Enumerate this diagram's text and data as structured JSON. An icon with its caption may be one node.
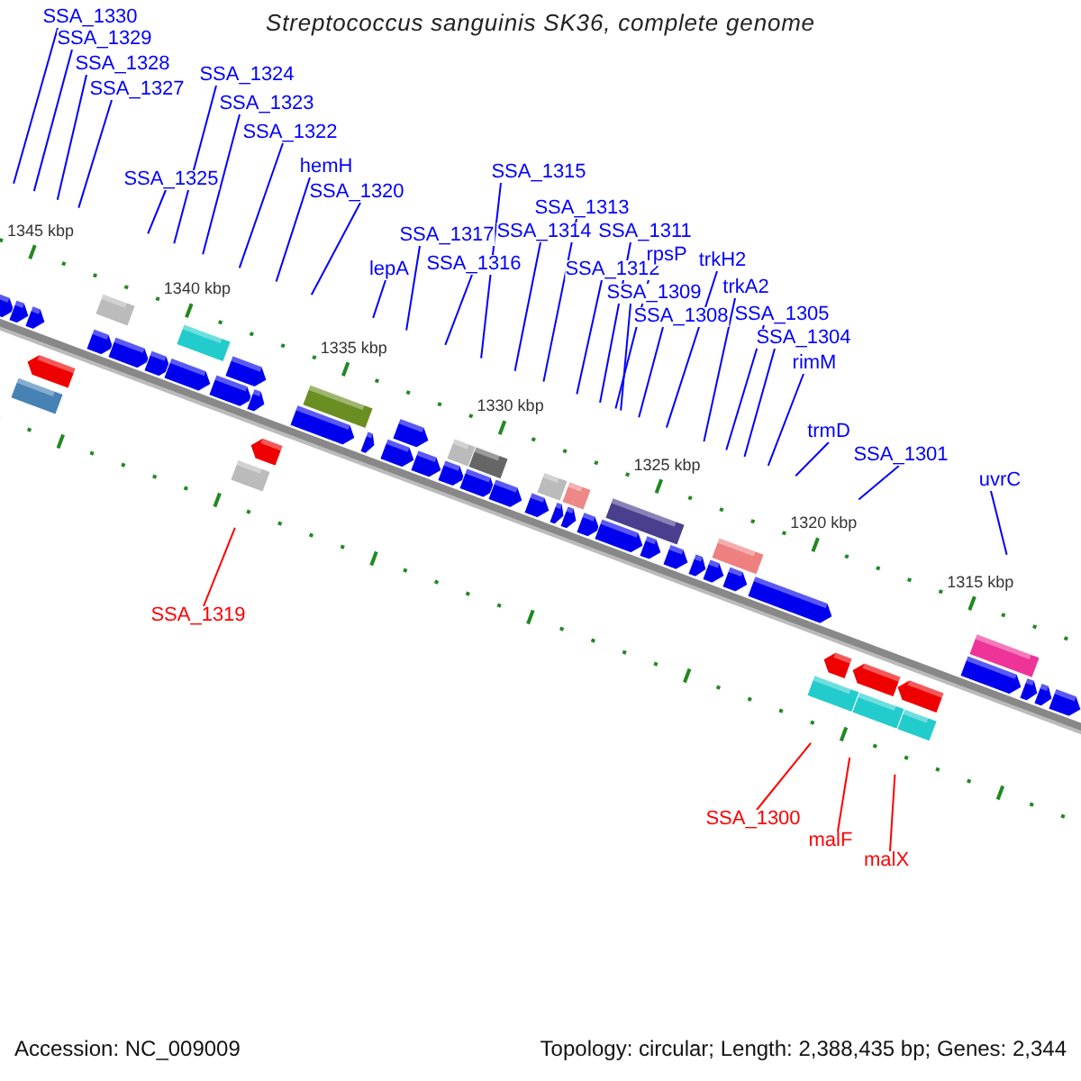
{
  "diagram": {
    "title": "Streptococcus sanguinis SK36, complete genome",
    "nodes": [
      {
        "text": [
          "SSA_1330"
        ]
      },
      {
        "text": [
          "SSA_1329"
        ]
      },
      {
        "text": [
          "SSA_1328"
        ]
      },
      {
        "text": [
          "SSA_1327"
        ]
      },
      {
        "text": [
          "SSA_1324"
        ]
      },
      {
        "text": [
          "SSA_1323"
        ]
      },
      {
        "text": [
          "SSA_1322"
        ]
      },
      {
        "text": [
          "SSA_1325"
        ]
      },
      {
        "text": [
          "hemH"
        ]
      },
      {
        "text": [
          "SSA_1320"
        ]
      },
      {
        "text": [
          "lepA"
        ]
      },
      {
        "text": [
          "SSA_1317"
        ]
      },
      {
        "text": [
          "SSA_1316"
        ]
      },
      {
        "text": [
          "SSA_1315"
        ]
      },
      {
        "text": [
          "SSA_1313"
        ]
      },
      {
        "text": [
          "SSA_1314"
        ]
      },
      {
        "text": [
          "SSA_1311"
        ]
      },
      {
        "text": [
          "SSA_1312"
        ]
      },
      {
        "text": [
          "rpsP"
        ]
      },
      {
        "text": [
          "SSA_1309"
        ]
      },
      {
        "text": [
          "SSA_1308"
        ]
      },
      {
        "text": [
          "trkH2"
        ]
      },
      {
        "text": [
          "trkA2"
        ]
      },
      {
        "text": [
          "SSA_1305"
        ]
      },
      {
        "text": [
          "SSA_1304"
        ]
      },
      {
        "text": [
          "rimM"
        ]
      },
      {
        "text": [
          "trmD"
        ]
      },
      {
        "text": [
          "SSA_1301"
        ]
      },
      {
        "text": [
          "uvrC"
        ]
      },
      {
        "text": [
          "SSA_1319"
        ]
      },
      {
        "text": [
          "SSA_1300"
        ]
      },
      {
        "text": [
          "malF"
        ]
      },
      {
        "text": [
          "malX"
        ]
      }
    ],
    "edges": [
      {
        "from": 0,
        "to": null,
        "arrow": "none"
      },
      {
        "from": 1,
        "to": null,
        "arrow": "none"
      },
      {
        "from": 2,
        "to": null,
        "arrow": "none"
      },
      {
        "from": 3,
        "to": null,
        "arrow": "none"
      },
      {
        "from": 4,
        "to": null,
        "arrow": "none"
      },
      {
        "from": 5,
        "to": null,
        "arrow": "none"
      },
      {
        "from": 6,
        "to": null,
        "arrow": "none"
      },
      {
        "from": 7,
        "to": null,
        "arrow": "none"
      },
      {
        "from": 8,
        "to": null,
        "arrow": "none"
      },
      {
        "from": 9,
        "to": null,
        "arrow": "none"
      },
      {
        "from": 10,
        "to": null,
        "arrow": "none"
      },
      {
        "from": 11,
        "to": null,
        "arrow": "none"
      },
      {
        "from": 12,
        "to": null,
        "arrow": "none"
      },
      {
        "from": 13,
        "to": null,
        "arrow": "none"
      },
      {
        "from": 14,
        "to": null,
        "arrow": "none"
      },
      {
        "from": 15,
        "to": null,
        "arrow": "none"
      },
      {
        "from": 16,
        "to": null,
        "arrow": "none"
      },
      {
        "from": 17,
        "to": null,
        "arrow": "none"
      },
      {
        "from": 18,
        "to": null,
        "arrow": "none"
      },
      {
        "from": 19,
        "to": null,
        "arrow": "none"
      },
      {
        "from": 20,
        "to": null,
        "arrow": "none"
      },
      {
        "from": 21,
        "to": null,
        "arrow": "none"
      },
      {
        "from": 22,
        "to": null,
        "arrow": "none"
      },
      {
        "from": 23,
        "to": null,
        "arrow": "none"
      },
      {
        "from": 24,
        "to": null,
        "arrow": "none"
      },
      {
        "from": 25,
        "to": null,
        "arrow": "none"
      },
      {
        "from": 26,
        "to": null,
        "arrow": "none"
      },
      {
        "from": 27,
        "to": null,
        "arrow": "none"
      },
      {
        "from": 28,
        "to": null,
        "arrow": "none"
      },
      {
        "from": 29,
        "to": null,
        "arrow": "none",
        "color": "#ff0000"
      },
      {
        "from": 30,
        "to": null,
        "arrow": "none",
        "color": "#ff0000"
      },
      {
        "from": 31,
        "to": null,
        "arrow": "none",
        "color": "#ff0000"
      },
      {
        "from": 32,
        "to": null,
        "arrow": "none",
        "color": "#ff0000"
      }
    ],
    "labels": [
      "1345 kbp",
      "1340 kbp",
      "1335 kbp",
      "1330 kbp",
      "1325 kbp",
      "1320 kbp",
      "1315 kbp",
      "Accession: NC_009009",
      "Topology: circular; Length: 2,388,435 bp; Genes: 2,344"
    ]
  }
}
